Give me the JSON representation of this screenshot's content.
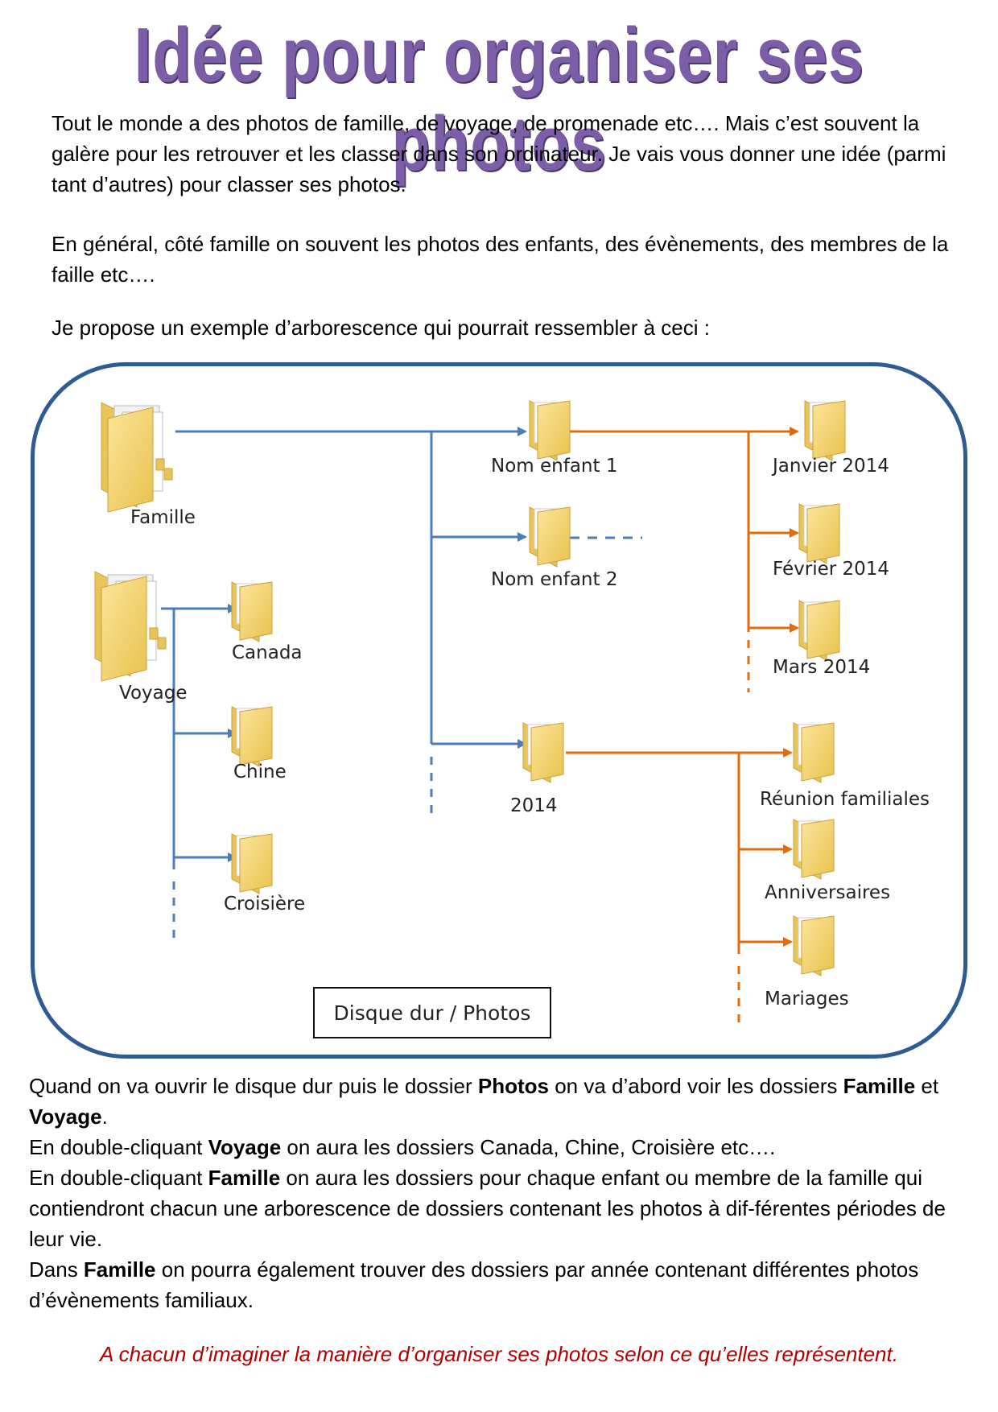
{
  "title": "Idée pour organiser ses photos",
  "intro": {
    "p1": "Tout le monde a des photos de famille, de voyage, de promenade etc…. Mais c’est souvent la galère pour les retrouver et les classer dans son ordinateur.  Je vais vous donner une idée (parmi tant d’autres) pour classer ses photos.",
    "p2": "En général, côté famille on souvent les photos des enfants, des évènements, des membres de la faille etc….",
    "p3": "Je propose un exemple d’arborescence qui pourrait ressembler à ceci :"
  },
  "diagram": {
    "root_label": "Disque dur / Photos",
    "folders": {
      "famille": "Famille",
      "voyage": "Voyage",
      "canada": "Canada",
      "chine": "Chine",
      "croisiere": "Croisière",
      "nom_enfant_1": "Nom enfant 1",
      "nom_enfant_2": "Nom enfant 2",
      "annee_2014": "2014",
      "janvier_2014": "Janvier 2014",
      "fevrier_2014": "Février 2014",
      "mars_2014": "Mars 2014",
      "reunion_familiales": "Réunion familiales",
      "anniversaires": "Anniversaires",
      "mariages": "Mariages"
    },
    "colors": {
      "frame": "#2f5b93",
      "blue_arrows": "#4a7ebb",
      "orange_arrows": "#e36c0a",
      "folder": "#f5d76e"
    }
  },
  "body": {
    "l1_a": "Quand on va ouvrir le disque dur puis le dossier ",
    "l1_b": "Photos",
    "l1_c": " on va d’abord voir les dossiers ",
    "l1_d": "Famille",
    "l1_e": " et ",
    "l1_f": "Voyage",
    "l1_g": ".",
    "l2_a": "En double-cliquant ",
    "l2_b": "Voyage",
    "l2_c": " on aura les dossiers Canada, Chine, Croisière etc….",
    "l3_a": "En double-cliquant ",
    "l3_b": "Famille",
    "l3_c": " on aura les dossiers pour chaque enfant ou membre de la famille qui contiendront chacun une arborescence de dossiers contenant les photos à dif-férentes périodes de leur vie.",
    "l4_a": "Dans ",
    "l4_b": "Famille",
    "l4_c": " on pourra également trouver des dossiers par année contenant différentes photos d’évènements familiaux."
  },
  "closing": "A chacun d’imaginer la manière d’organiser ses photos selon ce qu’elles représentent."
}
